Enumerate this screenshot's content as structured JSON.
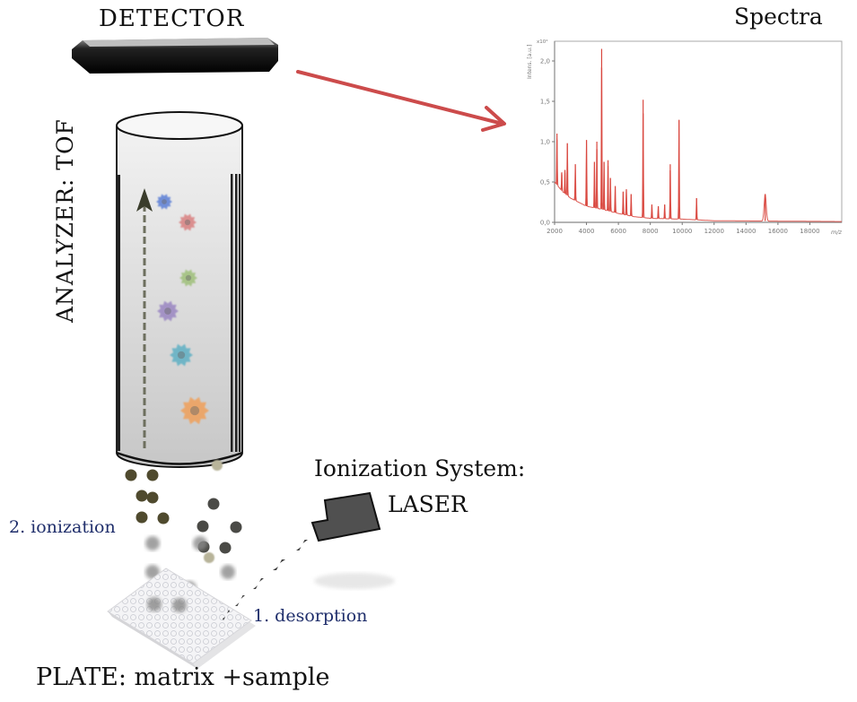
{
  "labels": {
    "detector": "DETECTOR",
    "spectra": "Spectra",
    "analyzer": "ANALYZER: TOF",
    "ionization_system": "Ionization System:",
    "laser": "LASER",
    "step_ionization": "2. ionization",
    "step_desorption": "1. desorption",
    "plate": "PLATE: matrix +sample"
  },
  "colors": {
    "spectrum_line": "#d9473f",
    "arrow": "#cc4b4b",
    "step_text": "#1f2e6b",
    "ions": [
      "#5b7fd6",
      "#d98080",
      "#9fc07a",
      "#9a86c2",
      "#5fb0c4",
      "#f0a05a"
    ]
  },
  "chart_data": {
    "type": "line",
    "title": "",
    "xlabel": "m/z",
    "ylabel": "Intens. [a.u.]",
    "y_multiplier": "x10^4",
    "xlim": [
      2000,
      20000
    ],
    "ylim": [
      0,
      2.2
    ],
    "xticks": [
      2000,
      4000,
      6000,
      8000,
      10000,
      12000,
      14000,
      16000,
      18000
    ],
    "xtick_labels": [
      "2000",
      "4000",
      "6000",
      "8000",
      "10000",
      "12000",
      "14000",
      "16000",
      "18000"
    ],
    "yticks": [
      0.0,
      0.5,
      1.0,
      1.5,
      2.0
    ],
    "ytick_labels": [
      "0,0",
      "0,5",
      "1,0",
      "1,5",
      "2,0"
    ],
    "baseline": [
      [
        2000,
        0.5
      ],
      [
        2500,
        0.38
      ],
      [
        3000,
        0.3
      ],
      [
        4000,
        0.2
      ],
      [
        5000,
        0.16
      ],
      [
        6000,
        0.11
      ],
      [
        7000,
        0.07
      ],
      [
        8000,
        0.05
      ],
      [
        10000,
        0.04
      ],
      [
        12000,
        0.02
      ],
      [
        20000,
        0.01
      ]
    ],
    "peaks": [
      {
        "mz": 2150,
        "intensity": 1.1
      },
      {
        "mz": 2450,
        "intensity": 0.62
      },
      {
        "mz": 2650,
        "intensity": 0.65
      },
      {
        "mz": 2800,
        "intensity": 0.98
      },
      {
        "mz": 3300,
        "intensity": 0.72
      },
      {
        "mz": 4000,
        "intensity": 1.02
      },
      {
        "mz": 4500,
        "intensity": 0.75
      },
      {
        "mz": 4650,
        "intensity": 1.0
      },
      {
        "mz": 4950,
        "intensity": 2.15
      },
      {
        "mz": 5100,
        "intensity": 0.75
      },
      {
        "mz": 5350,
        "intensity": 0.77
      },
      {
        "mz": 5500,
        "intensity": 0.55
      },
      {
        "mz": 5800,
        "intensity": 0.45
      },
      {
        "mz": 6300,
        "intensity": 0.38
      },
      {
        "mz": 6500,
        "intensity": 0.41
      },
      {
        "mz": 6800,
        "intensity": 0.35
      },
      {
        "mz": 7550,
        "intensity": 1.52
      },
      {
        "mz": 8100,
        "intensity": 0.22
      },
      {
        "mz": 8500,
        "intensity": 0.2
      },
      {
        "mz": 8900,
        "intensity": 0.22
      },
      {
        "mz": 9250,
        "intensity": 0.72
      },
      {
        "mz": 9800,
        "intensity": 1.27
      },
      {
        "mz": 10900,
        "intensity": 0.3
      },
      {
        "mz": 15200,
        "intensity": 0.35
      }
    ]
  }
}
